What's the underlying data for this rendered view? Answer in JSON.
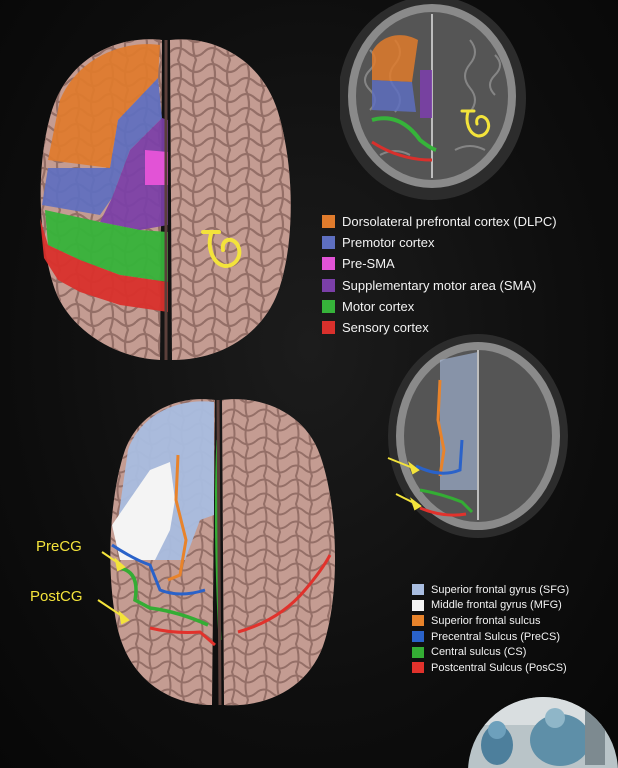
{
  "colors": {
    "dlpc": "#e07b2c",
    "premotor": "#5e6fc0",
    "presma": "#e253d6",
    "sma": "#7b3fa8",
    "motor": "#36b33a",
    "sensory": "#d9302c",
    "sfg": "#a9bde0",
    "mfg": "#f4f4f4",
    "sfs": "#e8832b",
    "precs": "#2a62c9",
    "cs": "#34ad34",
    "poscs": "#e1322c",
    "brain": "#c49c92",
    "brain_dark": "#8f6a62",
    "arrow": "#f3e33b",
    "background": "#0c0c0c"
  },
  "icons": [
    "hand-knob-icon",
    "hand-knob-icon-mri",
    "arrow-icon"
  ],
  "legend_top": [
    {
      "color": "#e07b2c",
      "label": "Dorsolateral prefrontal cortex (DLPC)"
    },
    {
      "color": "#5e6fc0",
      "label": "Premotor cortex"
    },
    {
      "color": "#e253d6",
      "label": "Pre-SMA"
    },
    {
      "color": "#7b3fa8",
      "label": "Supplementary motor area (SMA)"
    },
    {
      "color": "#36b33a",
      "label": "Motor cortex"
    },
    {
      "color": "#d9302c",
      "label": "Sensory cortex"
    }
  ],
  "legend_bottom": [
    {
      "color": "#a9bde0",
      "label": "Superior frontal gyrus (SFG)"
    },
    {
      "color": "#f4f4f4",
      "label": "Middle frontal gyrus (MFG)"
    },
    {
      "color": "#e8832b",
      "label": "Superior frontal sulcus"
    },
    {
      "color": "#2a62c9",
      "label": "Precentral Sulcus (PreCS)"
    },
    {
      "color": "#34ad34",
      "label": "Central sulcus (CS)"
    },
    {
      "color": "#e1322c",
      "label": "Postcentral Sulcus (PosCS)"
    }
  ],
  "labels": {
    "precg": "PreCG",
    "postcg": "PostCG"
  }
}
